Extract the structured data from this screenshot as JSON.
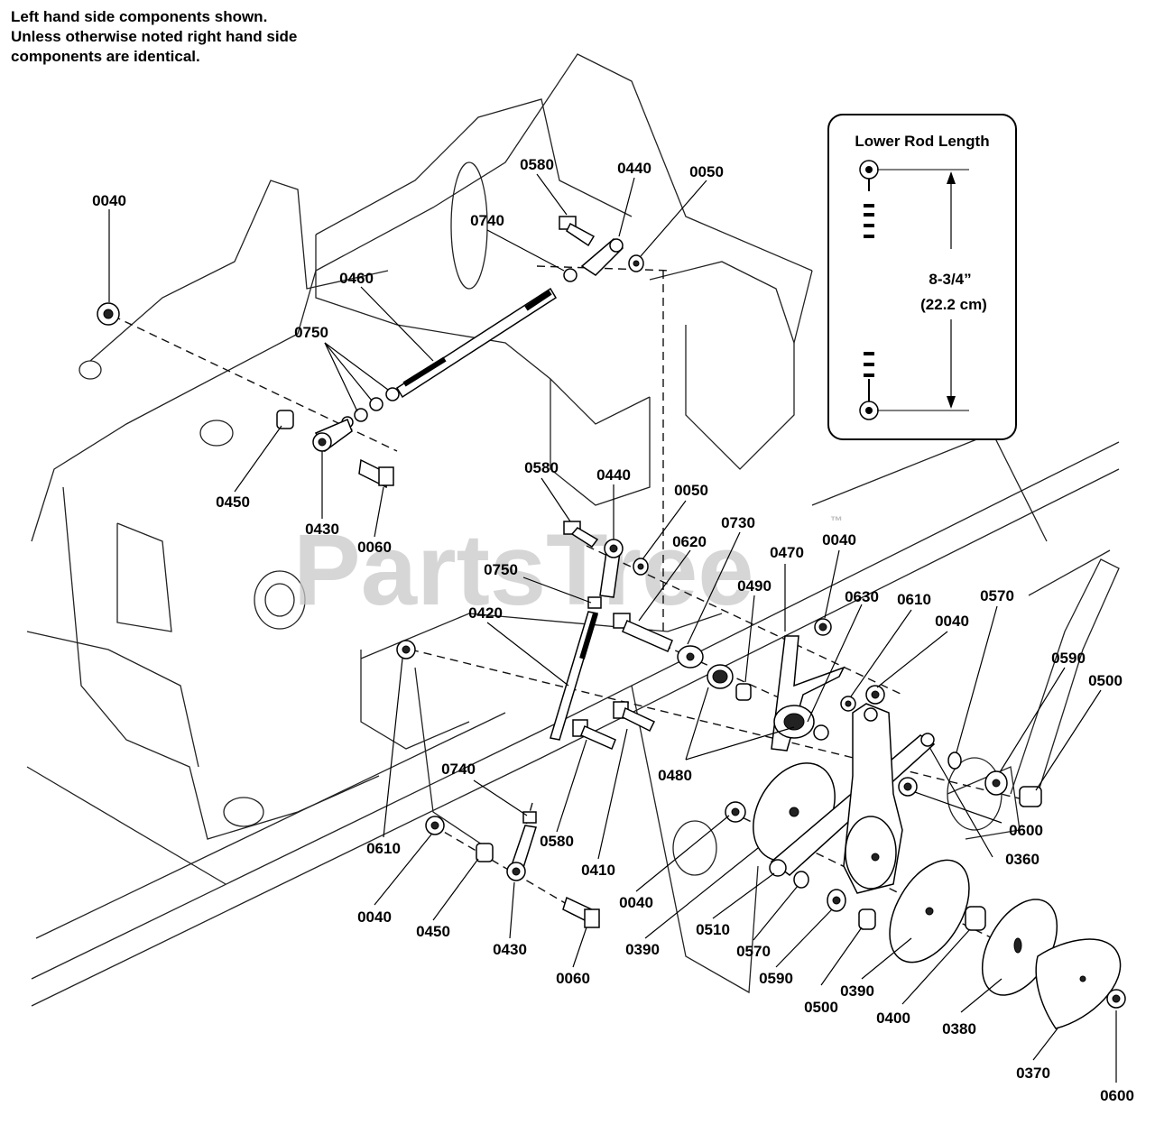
{
  "note": {
    "lines": [
      "Left hand side components shown.",
      "Unless otherwise noted right hand side",
      "components are identical."
    ]
  },
  "watermark": {
    "text": "PartsTree",
    "tm": "™",
    "color": "#c8c8c8"
  },
  "inset": {
    "title": "Lower Rod Length",
    "measure_in": "8-3/4”",
    "measure_cm": "(22.2 cm)"
  },
  "callouts": [
    "0040",
    "0580",
    "0440",
    "0050",
    "0740",
    "0460",
    "0750",
    "0450",
    "0430",
    "0060",
    "0580",
    "0440",
    "0050",
    "0730",
    "0620",
    "0470",
    "0040",
    "0750",
    "0490",
    "0420",
    "0630",
    "0610",
    "0040",
    "0570",
    "0590",
    "0500",
    "0480",
    "0600",
    "0360",
    "0740",
    "0580",
    "0410",
    "0610",
    "0040",
    "0450",
    "0430",
    "0060",
    "0040",
    "0390",
    "0510",
    "0570",
    "0590",
    "0500",
    "0390",
    "0400",
    "0380",
    "0370",
    "0600"
  ],
  "colors": {
    "line": "#000000",
    "frame": "#222222",
    "background": "#ffffff"
  }
}
